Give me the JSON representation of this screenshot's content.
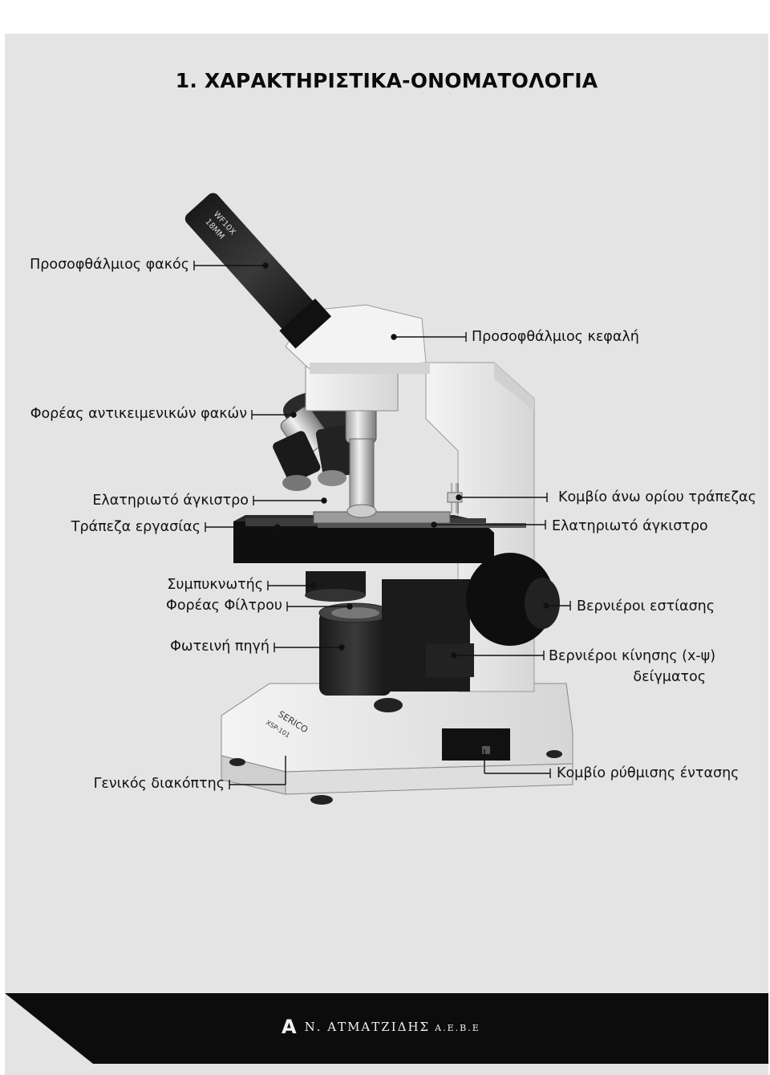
{
  "title": "1. ΧΑΡΑΚΤΗΡΙΣΤΙΚΑ-ΟΝΟΜΑΤΟΛΟΓΙΑ",
  "labels": {
    "eyepiece": "Προσοφθάλμιος φακός",
    "head": "Προσοφθάλμιος κεφαλή",
    "nosepiece": "Φορέας αντικειμενικών φακών",
    "spring_clip_left": "Ελατηριωτό άγκιστρο",
    "stage_limit_knob": "Κομβίο άνω ορίου τράπεζας",
    "stage": "Τράπεζα εργασίας",
    "spring_clip_right": "Ελατηριωτό άγκιστρο",
    "condenser": "Συμπυκνωτής",
    "filter_holder": "Φορέας Φίλτρου",
    "focus_knobs": "Βερνιέροι εστίασης",
    "light_source": "Φωτεινή πηγή",
    "xy_knobs_line1": "Βερνιέροι κίνησης (x-ψ)",
    "xy_knobs_line2": "δείγματος",
    "main_switch": "Γενικός διακόπτης",
    "intensity_knob": "Κομβίο ρύθμισης έντασης"
  },
  "device_markings": {
    "eyepiece_text_1": "WF10X",
    "eyepiece_text_2": "18MM",
    "base_brand": "SERICO",
    "base_model": "XSP-101"
  },
  "footer": {
    "logo": "A",
    "company": "Ν. ΑΤΜΑΤΖΙΔΗΣ",
    "suffix": "Α.Ε.Β.Ε"
  },
  "colors": {
    "background": "#e4e4e4",
    "footer": "#0c0c0c",
    "ink": "#111111"
  }
}
